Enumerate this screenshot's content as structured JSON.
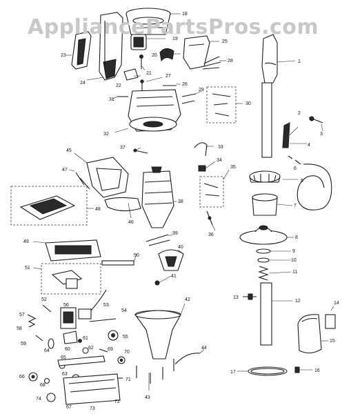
{
  "watermark": "AppliancePartsPros.com",
  "callouts": [
    "1",
    "2",
    "3",
    "4",
    "5",
    "6",
    "7",
    "8",
    "9",
    "10",
    "11",
    "12",
    "13",
    "14",
    "15",
    "16",
    "17",
    "18",
    "19",
    "20",
    "21",
    "22",
    "23",
    "24",
    "25",
    "26",
    "27",
    "28",
    "29",
    "30",
    "31",
    "32",
    "33",
    "34",
    "35",
    "36",
    "37",
    "38",
    "39",
    "40",
    "41",
    "42",
    "43",
    "44",
    "45",
    "46",
    "47",
    "48",
    "49",
    "50",
    "51",
    "52",
    "53",
    "54",
    "55",
    "56",
    "57",
    "58",
    "59",
    "60",
    "61",
    "62",
    "63",
    "64",
    "65",
    "66",
    "67",
    "68",
    "69",
    "70",
    "71",
    "72",
    "73",
    "74"
  ]
}
